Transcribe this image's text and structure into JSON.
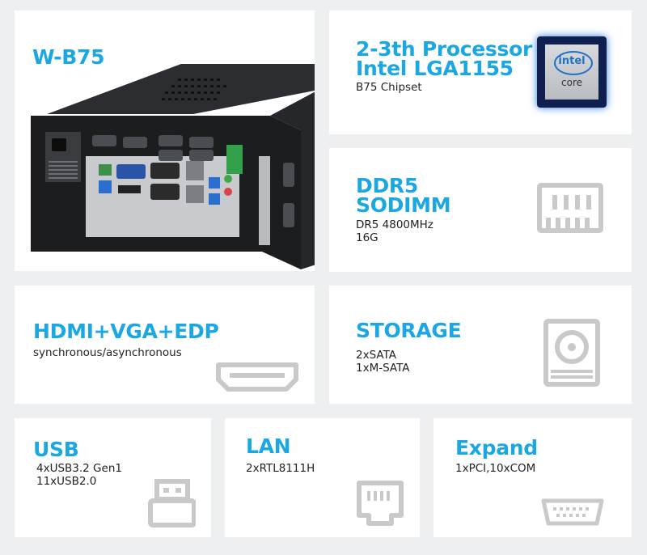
{
  "product": {
    "model": "W-B75"
  },
  "processor": {
    "title_line1": "2-3th Processor",
    "title_line2": "Intel  LGA1155",
    "detail": "B75 Chipset",
    "badge_brand": "intel",
    "badge_line": "core"
  },
  "memory": {
    "title_line1": "DDR5",
    "title_line2": "SODIMM",
    "detail_line1": "DR5 4800MHz",
    "detail_line2": "16G"
  },
  "display": {
    "title": "HDMI+VGA+EDP",
    "detail": "synchronous/asynchronous"
  },
  "storage": {
    "title": "STORAGE",
    "detail_line1": "2xSATA",
    "detail_line2": "1xM-SATA"
  },
  "usb": {
    "title": "USB",
    "detail_line1": "4xUSB3.2 Gen1",
    "detail_line2": "11xUSB2.0"
  },
  "lan": {
    "title": "LAN",
    "detail": "2xRTL8111H"
  },
  "expand": {
    "title": "Expand",
    "detail": "1xPCI,10xCOM"
  },
  "colors": {
    "accent": "#1ba7e2",
    "icon_gray": "#c9c9c9",
    "background": "#eeeff1"
  },
  "icons": [
    "cpu-badge",
    "memory-module-icon",
    "hdmi-port-icon",
    "hard-drive-icon",
    "usb-port-icon",
    "ethernet-port-icon",
    "serial-port-icon"
  ]
}
